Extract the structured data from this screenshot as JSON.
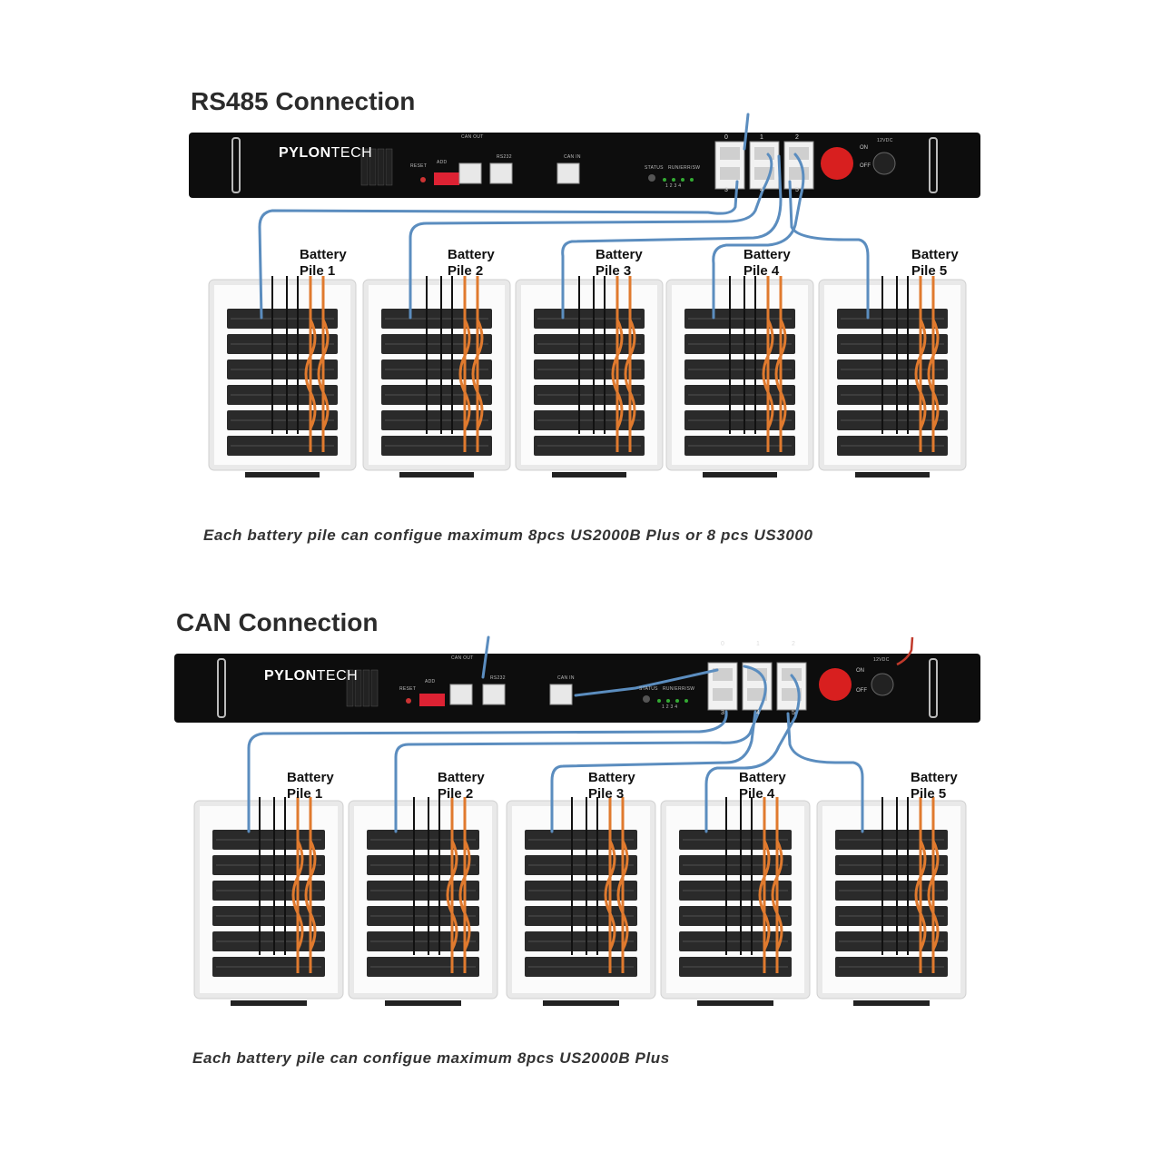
{
  "sections": [
    {
      "title": "RS485 Connection",
      "caption": "Each battery pile can configue maximum 8pcs US2000B Plus or 8 pcs US3000",
      "brand": {
        "main": "PYLON",
        "thin": "TECH"
      },
      "port_numbers": [
        "0",
        "1",
        "2"
      ],
      "port_numbers_bottom": [
        "3",
        "4",
        "5"
      ],
      "panel_labels": {
        "reset": "RESET",
        "add": "ADD",
        "can_out": "CAN OUT",
        "rs232": "RS232",
        "can_in": "CAN IN",
        "status": "STATUS",
        "leds": "RUN/ERR/SW",
        "led_nums": "1 2 3 4",
        "on": "ON",
        "off": "OFF",
        "power": "12VDC"
      },
      "piles": [
        {
          "line1": "Battery",
          "line2": "Pile 1"
        },
        {
          "line1": "Battery",
          "line2": "Pile 2"
        },
        {
          "line1": "Battery",
          "line2": "Pile 3"
        },
        {
          "line1": "Battery",
          "line2": "Pile 4"
        },
        {
          "line1": "Battery",
          "line2": "Pile 5"
        }
      ]
    },
    {
      "title": "CAN Connection",
      "caption": "Each battery pile can configue maximum 8pcs US2000B Plus",
      "brand": {
        "main": "PYLON",
        "thin": "TECH"
      },
      "port_numbers": [
        "0",
        "1",
        "2"
      ],
      "port_numbers_bottom": [
        "3",
        "4",
        "5"
      ],
      "panel_labels": {
        "reset": "RESET",
        "add": "ADD",
        "can_out": "CAN OUT",
        "rs232": "RS232",
        "can_in": "CAN IN",
        "status": "STATUS",
        "leds": "RUN/ERR/SW",
        "led_nums": "1 2 3 4",
        "on": "ON",
        "off": "OFF",
        "power": "12VDC"
      },
      "piles": [
        {
          "line1": "Battery",
          "line2": "Pile 1"
        },
        {
          "line1": "Battery",
          "line2": "Pile 2"
        },
        {
          "line1": "Battery",
          "line2": "Pile 3"
        },
        {
          "line1": "Battery",
          "line2": "Pile 4"
        },
        {
          "line1": "Battery",
          "line2": "Pile 5"
        }
      ]
    }
  ],
  "colors": {
    "cable": "#5b8dbf",
    "power_cable": "#e07a2e",
    "black_cable": "#111111",
    "rack": "#e9e9e9",
    "battery": "#2a2a2a",
    "switch": "#d81f1f",
    "power_wire": "#c0392b"
  },
  "icons": {
    "brand": "pylontech-logo-icon",
    "switch": "power-switch-icon"
  }
}
